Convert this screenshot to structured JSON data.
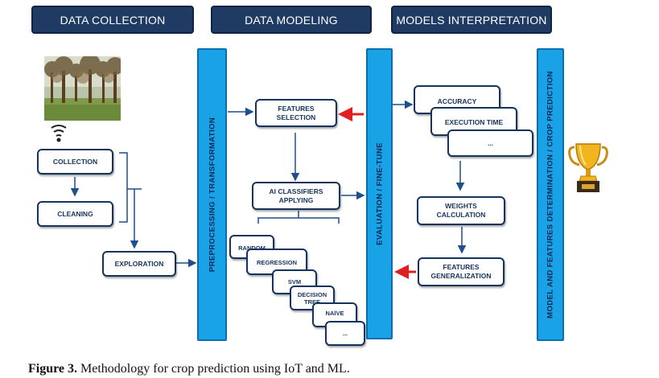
{
  "headers": {
    "data_collection": "DATA COLLECTION",
    "data_modeling": "DATA MODELING",
    "models_interpretation": "MODELS INTERPRETATION"
  },
  "bars": {
    "preprocessing": "PREPROCESSING / TRANSFORMATION",
    "evaluation": "EVALUATION / FINE-TUNE",
    "model_features": "MODEL AND FEATURES DETERMINATION / CROP PREDICTION"
  },
  "collection": {
    "collection": "COLLECTION",
    "cleaning": "CLEANING",
    "exploration": "EXPLORATION"
  },
  "modeling": {
    "features_selection_1": "FEATURES",
    "features_selection_2": "SELECTION",
    "ai_classifiers_1": "AI CLASSIFIERS",
    "ai_classifiers_2": "APPLYING",
    "classifiers": [
      "RANDOM",
      "REGRESSION",
      "SVM",
      "DECISION",
      "TREE",
      "NAÏVE",
      "..."
    ]
  },
  "interpretation": {
    "metrics": [
      "ACCURACY",
      "EXECUTION TIME",
      "..."
    ],
    "weights_1": "WEIGHTS",
    "weights_2": "CALCULATION",
    "generalization_1": "FEATURES",
    "generalization_2": "GENERALIZATION"
  },
  "caption": {
    "label": "Figure 3.",
    "text": " Methodology for crop prediction using IoT and ML."
  },
  "colors": {
    "header_bg": "#1f3a63",
    "bar_bg": "#1aa2e6",
    "box_border": "#16335e",
    "arrow_blue": "#1f4f8c",
    "arrow_red": "#e02020"
  },
  "icons": {
    "photo": "trees-field-photo",
    "sensor": "wireless-sensor-icon",
    "trophy": "trophy-icon"
  }
}
